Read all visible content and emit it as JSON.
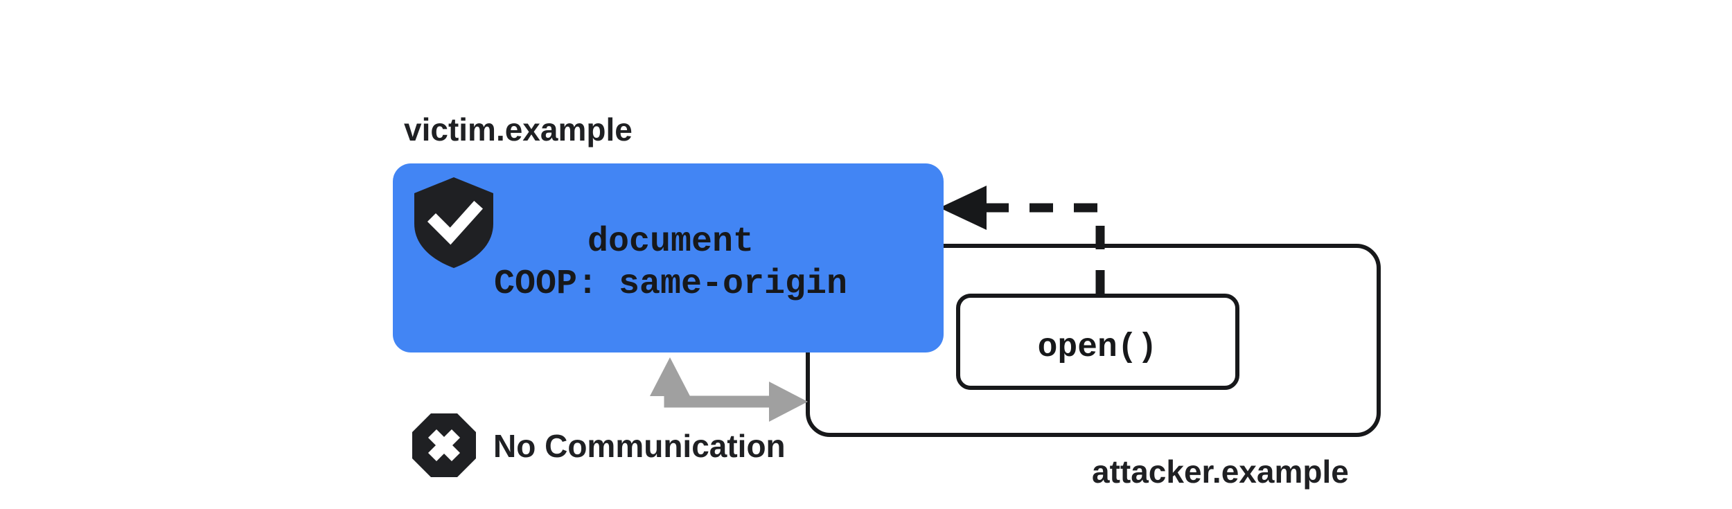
{
  "diagram": {
    "title_victim": "victim.example",
    "title_attacker": "attacker.example",
    "colors": {
      "victim_fill": "#4285F4",
      "stroke_dark": "#17181A",
      "icon_dark": "#1F2023",
      "no_comm_arrow": "#A0A0A0",
      "page_background": "#FFFFFF",
      "icon_glyph": "#FFFFFF"
    },
    "victim_box": {
      "label": "victim.example",
      "doc_label": "document",
      "header_label": "COOP: same-origin",
      "shield_icon_name": "shield-check-icon"
    },
    "attacker_box": {
      "label": "attacker.example",
      "open_call_label": "open()"
    },
    "no_communication": {
      "label": "No Communication",
      "icon_name": "octagon-x-icon"
    },
    "connectors": [
      {
        "name": "open-to-victim-dashed-arrow",
        "style": "dashed",
        "direction": "attacker-open-to-victim-document",
        "arrowhead": "solid-triangle-left"
      },
      {
        "name": "no-communication-double-arrow",
        "style": "solid-thick-gray",
        "direction": "bidirectional",
        "arrowhead": "triangle-up-and-triangle-right"
      }
    ]
  }
}
